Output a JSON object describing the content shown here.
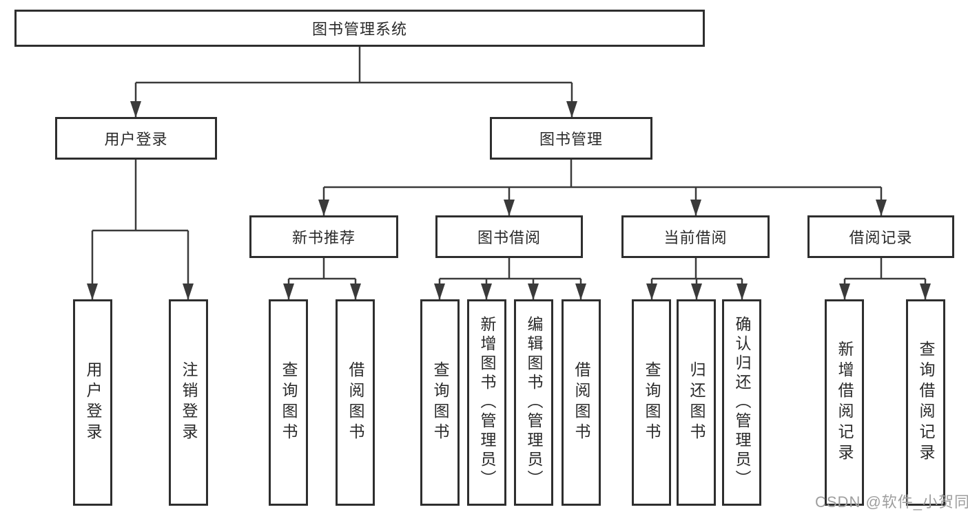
{
  "colors": {
    "line": "#3a3a3a",
    "box_border": "#2e2e2e",
    "text": "#2a2a2a",
    "watermark": "#9e9e9e"
  },
  "watermark": {
    "text": "CSDN @软件_小贺同学"
  },
  "tree": {
    "label": "图书管理系统",
    "children": [
      {
        "label": "用户登录",
        "children": [
          {
            "label": "用户登录"
          },
          {
            "label": "注销登录"
          }
        ]
      },
      {
        "label": "图书管理",
        "children": [
          {
            "label": "新书推荐",
            "children": [
              {
                "label": "查询图书"
              },
              {
                "label": "借阅图书"
              }
            ]
          },
          {
            "label": "图书借阅",
            "children": [
              {
                "label": "查询图书"
              },
              {
                "label": "新增图书（管理员）"
              },
              {
                "label": "编辑图书（管理员）"
              },
              {
                "label": "借阅图书"
              }
            ]
          },
          {
            "label": "当前借阅",
            "children": [
              {
                "label": "查询图书"
              },
              {
                "label": "归还图书"
              },
              {
                "label": "确认归还（管理员）"
              }
            ]
          },
          {
            "label": "借阅记录",
            "children": [
              {
                "label": "新增借阅记录"
              },
              {
                "label": "查询借阅记录"
              }
            ]
          }
        ]
      }
    ]
  }
}
